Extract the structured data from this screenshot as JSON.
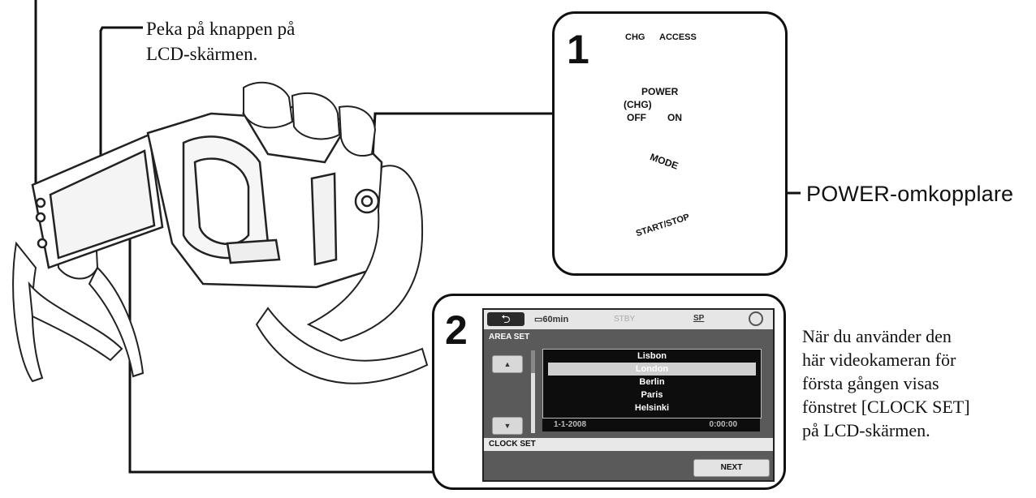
{
  "callout_top": [
    "Peka på knappen på",
    "LCD-skärmen."
  ],
  "power_label": "POWER-omkopplare",
  "note_lines": [
    "När du använder den",
    "här videokameran för",
    "första gången visas",
    "fönstret [CLOCK SET]",
    "på LCD-skärmen."
  ],
  "step1": {
    "number": "1",
    "chg": "CHG",
    "access": "ACCESS",
    "power": "POWER",
    "chg_paren": "(CHG)",
    "off": "OFF",
    "on": "ON",
    "mode": "MODE",
    "start_stop": "START/STOP"
  },
  "step2": {
    "number": "2",
    "lcd": {
      "back_icon": "return-arrow-icon",
      "battery": "60min",
      "stby": "STBY",
      "sp": "SP",
      "disc_icon": "disc-icon",
      "area_set": "AREA SET",
      "cities": [
        "Lisbon",
        "London",
        "Berlin",
        "Paris",
        "Helsinki"
      ],
      "selected_index": 1,
      "date": "1-1-2008",
      "time": "0:00:00",
      "clock_set": "CLOCK SET",
      "next": "NEXT"
    }
  },
  "colors": {
    "ink": "#111111",
    "lcd_bg": "#5a5a5a",
    "lcd_list": "#0d0d0d"
  }
}
